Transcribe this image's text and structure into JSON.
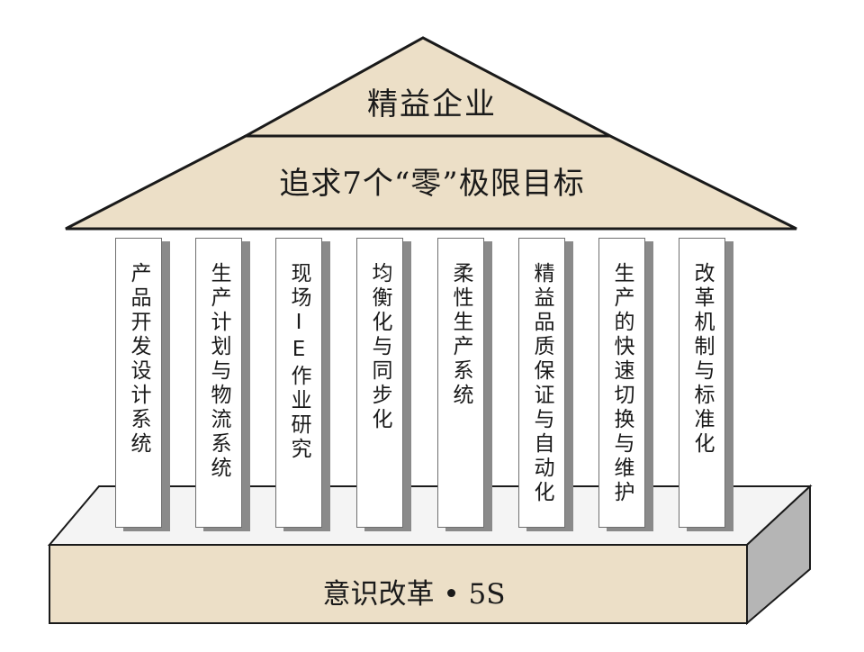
{
  "roof": {
    "top_label": "精益企业",
    "bottom_label": "追求7个“零”极限目标"
  },
  "pillars": [
    {
      "label": "产品开发设计系统"
    },
    {
      "label": "生产计划与物流系统"
    },
    {
      "label": "现场IE作业研究"
    },
    {
      "label": "均衡化与同步化"
    },
    {
      "label": "柔性生产系统"
    },
    {
      "label": "精益品质保证与自动化"
    },
    {
      "label": "生产的快速切换与维护"
    },
    {
      "label": "改革机制与标准化"
    }
  ],
  "base": {
    "label": "意识改革 • 5S"
  },
  "colors": {
    "roof_fill": "#ecdfc7",
    "base_top": "#f4f4f4",
    "base_front": "#ecdfc7",
    "base_side": "#b5b5b5",
    "outline": "#1a1a1a"
  }
}
